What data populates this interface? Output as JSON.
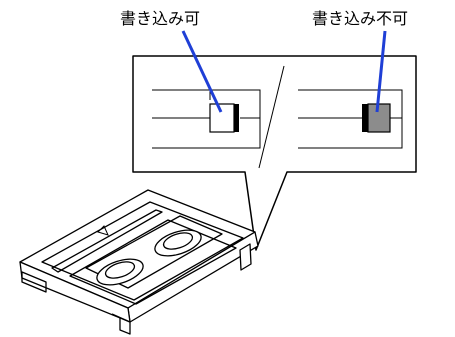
{
  "labels": {
    "writable": "書き込み可",
    "write_protected": "書き込み不可"
  },
  "colors": {
    "pointer_line": "#1f3fd6",
    "protect_tab_locked": "#8c8c8c",
    "protect_tab_open": "#ffffff",
    "outline": "#000000"
  },
  "switch_state": {
    "left_panel": "writable",
    "right_panel": "write-protected"
  },
  "icons": {
    "cartridge": "data-tape-cartridge-icon",
    "direction_arrow": "triangle-up-icon"
  }
}
